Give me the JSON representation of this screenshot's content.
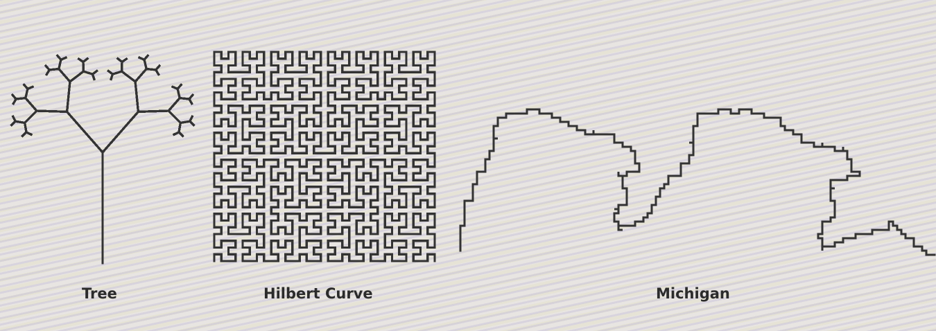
{
  "figures": [
    {
      "id": "tree",
      "caption": "Tree"
    },
    {
      "id": "hilbert",
      "caption": "Hilbert Curve"
    },
    {
      "id": "michigan",
      "caption": "Michigan"
    }
  ],
  "colors": {
    "ink": "#333333",
    "paper": "#e8e5e2"
  }
}
